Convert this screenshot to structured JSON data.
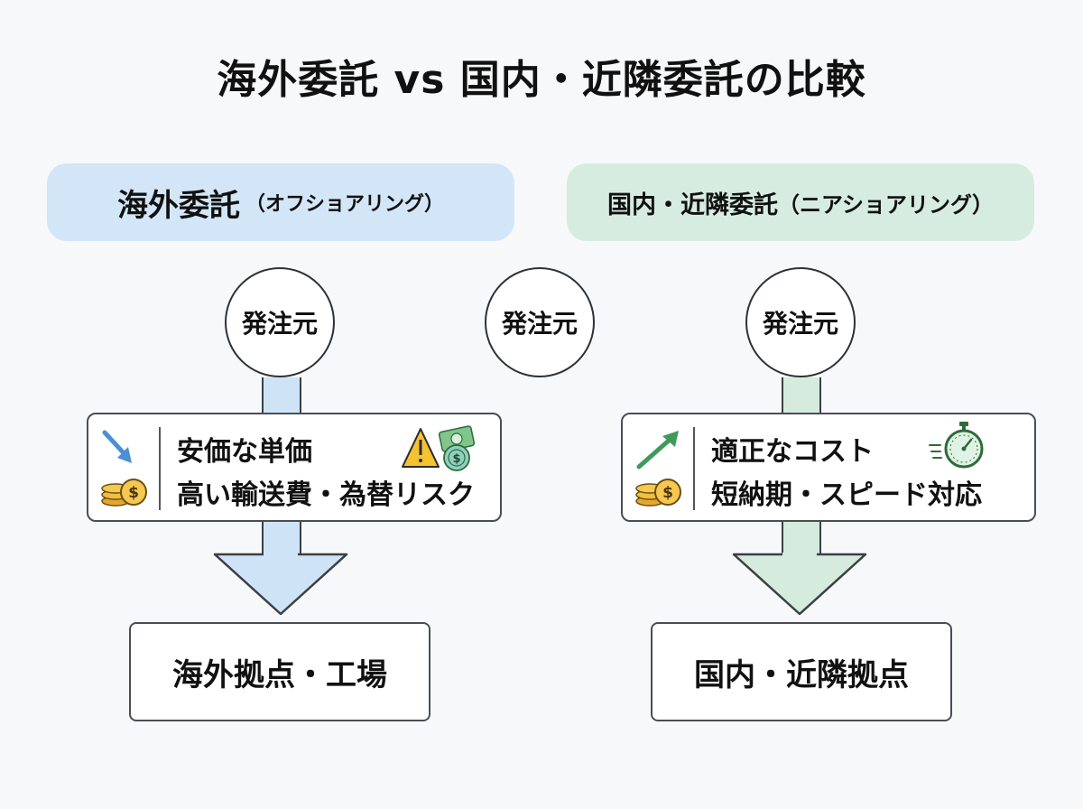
{
  "title": "海外委託 vs 国内・近隣委託の比較",
  "left": {
    "header_main": "海外委託",
    "header_sub": "（オフショアリング）",
    "origin": "発注元",
    "card_line1": "安価な単価",
    "card_line2": "高い輸送費・為替リスク",
    "destination": "海外拠点・工場",
    "color": "#d3e6f8"
  },
  "center": {
    "origin": "発注元"
  },
  "right": {
    "header_main": "国内・近隣委託",
    "header_sub": "（ニアショアリング）",
    "origin": "発注元",
    "card_line1": "適正なコスト",
    "card_line2": "短納期・スピード対応",
    "destination": "国内・近隣拠点",
    "color": "#d7ece0"
  },
  "icons": {
    "left_card": "cost-down-coins-icon",
    "left_risk": "warning-currency-icon",
    "right_card": "cost-up-coins-icon",
    "right_speed": "stopwatch-icon"
  }
}
